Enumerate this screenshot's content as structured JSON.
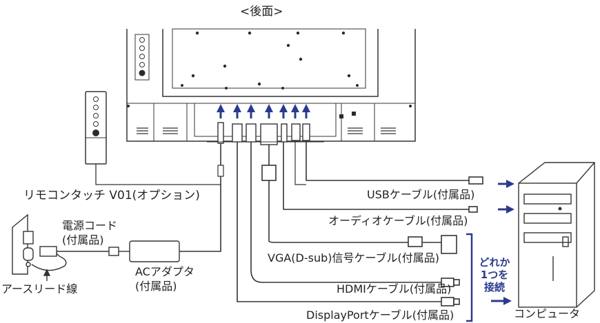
{
  "title": "<後面>",
  "labels": {
    "remote": "リモコンタッチ V01(オプション)",
    "power_cord_1": "電源コード",
    "power_cord_2": "(付属品)",
    "adapter_1": "ACアダプタ",
    "adapter_2": "(付属品)",
    "ground": "アースリード線",
    "usb": "USBケーブル(付属品)",
    "audio": "オーディオケーブル(付属品)",
    "vga": "VGA(D-sub)信号ケーブル(付属品)",
    "hdmi": "HDMIケーブル(付属品)",
    "dp": "DisplayPortケーブル(付属品)",
    "any_one_1": "どれか",
    "any_one_2": "1つを",
    "any_one_3": "接続",
    "computer": "コンピュータ"
  },
  "colors": {
    "accent_blue": "#2b3a8e",
    "line": "#333333",
    "screw": "#2b2b2b"
  }
}
